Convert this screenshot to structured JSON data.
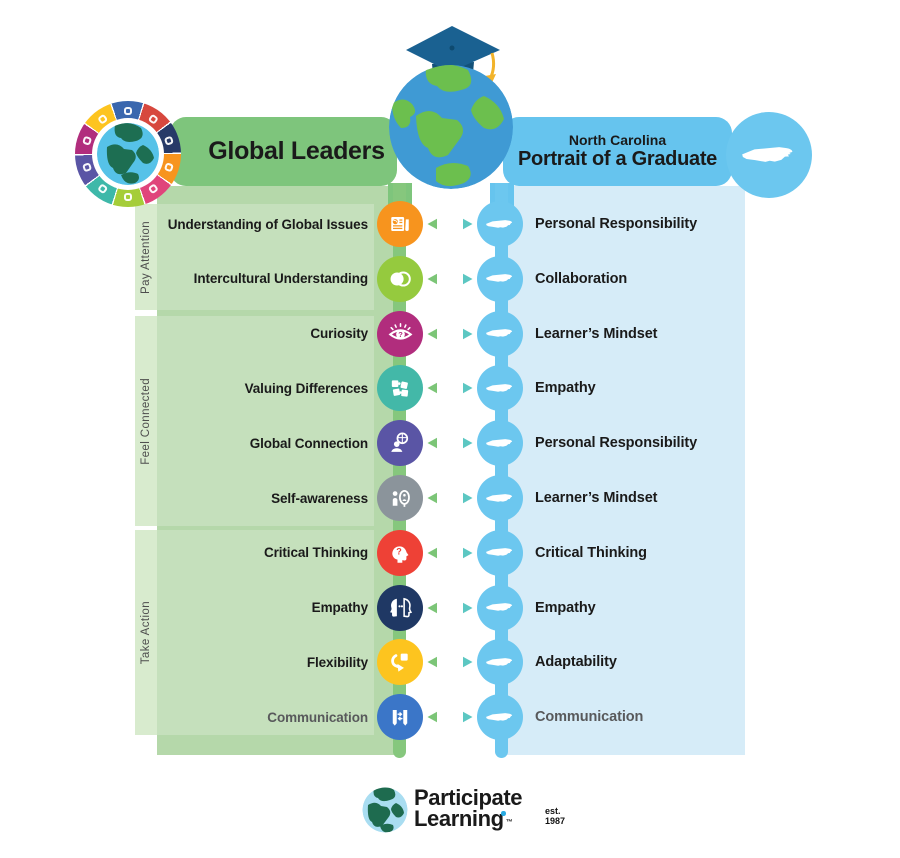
{
  "header": {
    "left_title": "Global Leaders",
    "right_line1": "North Carolina",
    "right_line2": "Portrait of a Graduate"
  },
  "sections": [
    {
      "label": "Pay Attention"
    },
    {
      "label": "Feel Connected"
    },
    {
      "label": "Take Action"
    }
  ],
  "rows": [
    {
      "left": "Understanding of Global Issues",
      "right": "Personal Responsibility",
      "icon": "newspaper-globe-icon",
      "color": "#f7941e",
      "muted": false
    },
    {
      "left": "Intercultural Understanding",
      "right": "Collaboration",
      "icon": "venn-circles-icon",
      "color": "#95ca3e",
      "muted": false
    },
    {
      "left": "Curiosity",
      "right": "Learner’s Mindset",
      "icon": "curious-eye-icon",
      "color": "#b12d7d",
      "muted": false
    },
    {
      "left": "Valuing Differences",
      "right": "Empathy",
      "icon": "puzzle-pieces-icon",
      "color": "#43b8a8",
      "muted": false
    },
    {
      "left": "Global Connection",
      "right": "Personal Responsibility",
      "icon": "person-globe-icon",
      "color": "#5a55a5",
      "muted": false
    },
    {
      "left": "Self-awareness",
      "right": "Learner’s Mindset",
      "icon": "mirror-reflection-icon",
      "color": "#8b949b",
      "muted": false
    },
    {
      "left": "Critical Thinking",
      "right": "Critical Thinking",
      "icon": "thinking-head-icon",
      "color": "#ee4136",
      "muted": false
    },
    {
      "left": "Empathy",
      "right": "Empathy",
      "icon": "facing-heads-icon",
      "color": "#1f3864",
      "muted": false
    },
    {
      "left": "Flexibility",
      "right": "Adaptability",
      "icon": "flex-arrow-icon",
      "color": "#fdc41f",
      "muted": false
    },
    {
      "left": "Communication",
      "right": "Communication",
      "icon": "communication-icon",
      "color": "#3b76c8",
      "muted": true
    }
  ],
  "footer": {
    "brand_line1": "Participate",
    "brand_line2": "Learning",
    "tm": "™",
    "est": "est.",
    "year": "1987"
  },
  "colors": {
    "header_green": "#7ec57c",
    "column_green": "#b5d8aa",
    "strip_green": "#d8ebce",
    "line_green": "#86c77d",
    "header_blue": "#66c4ee",
    "panel_blue": "#d6ecf8",
    "circle_blue": "#6cc7ef",
    "arrow_green": "#7cc577",
    "arrow_teal": "#5cc7c2",
    "text_dark": "#1a1a1a",
    "muted_text": "#58595b",
    "globe_ocean": "#3f9ad4",
    "globe_land": "#6cbf4e",
    "cap_blue": "#1a6191",
    "tassel_yellow": "#f2b32a",
    "ring_wheel": [
      "#3a67ae",
      "#d7483e",
      "#273a68",
      "#f7941e",
      "#e0457b",
      "#a5cd39",
      "#3eb8a9",
      "#5a55a5",
      "#b12d7d",
      "#fdc41f"
    ]
  }
}
